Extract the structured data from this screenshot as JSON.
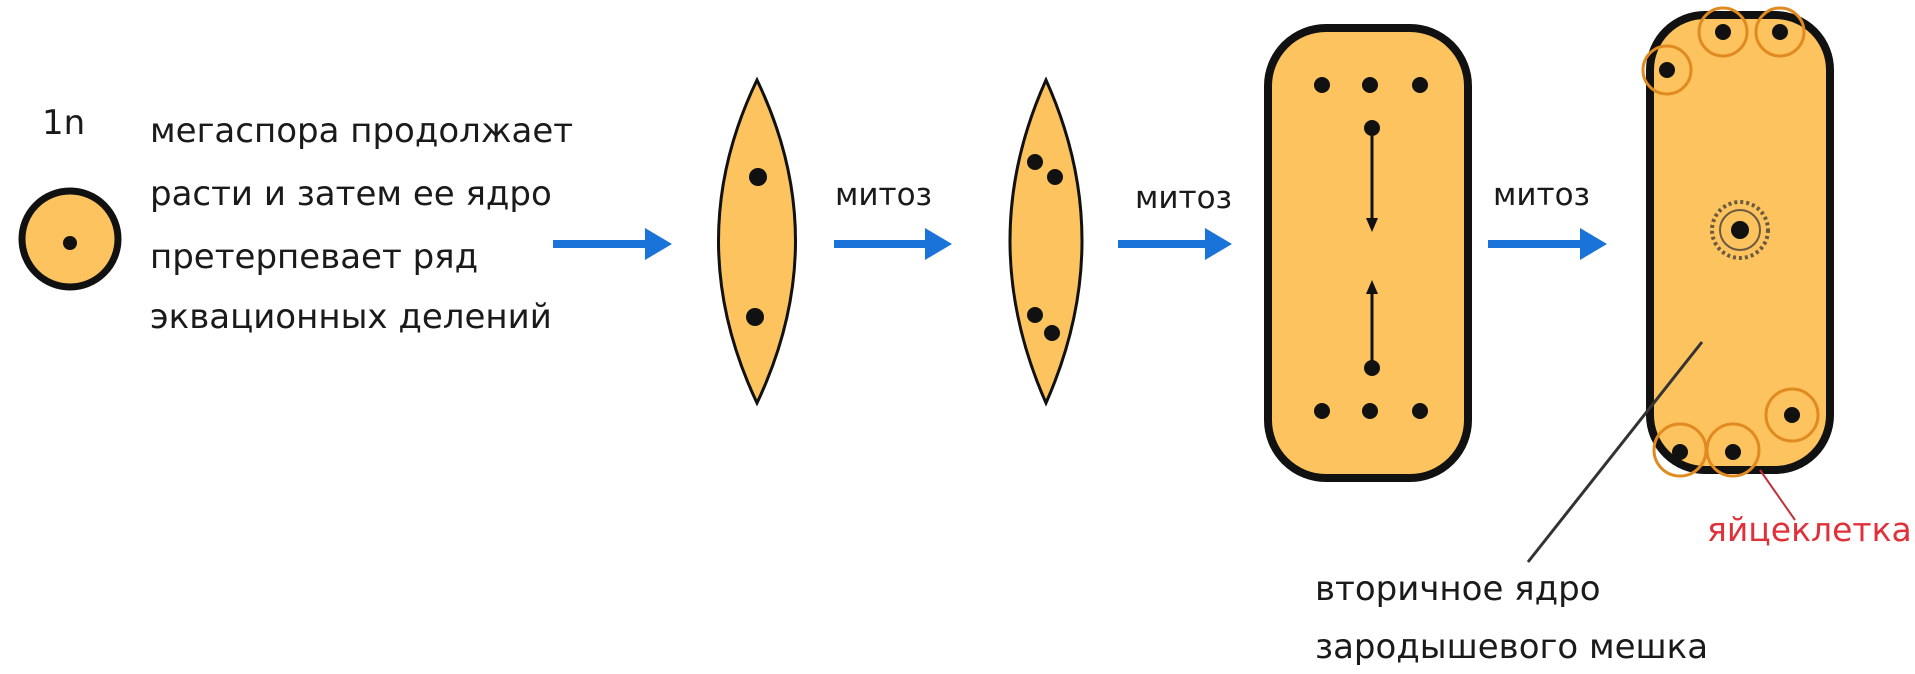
{
  "diagram": {
    "ploidy_label": "1n",
    "description_lines": [
      "мегаспора продолжает",
      "расти и затем ее ядро",
      "претерпевает ряд",
      "эквационных делений"
    ],
    "mitosis_labels": [
      "митоз",
      "митоз",
      "митоз"
    ],
    "egg_cell_label": "яйцеклетка",
    "secondary_nucleus_lines": [
      "вторичное ядро",
      "зародышевого мешка"
    ],
    "colors": {
      "cell_fill": "#fcc35e",
      "outline": "#111111",
      "arrow": "#1a73d9",
      "egg_label": "#e0303a",
      "egg_ring": "#e08a20"
    }
  }
}
